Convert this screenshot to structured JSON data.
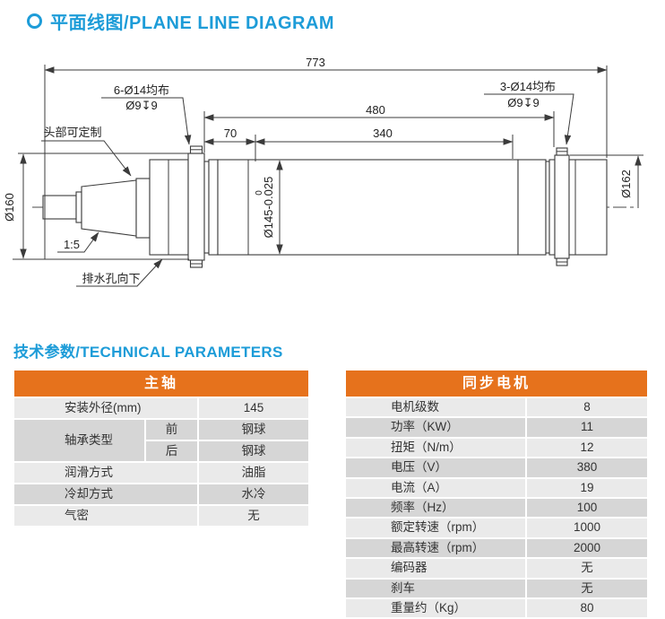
{
  "page_title": "平面线图/PLANE LINE DIAGRAM",
  "section_title": "技术参数/TECHNICAL PARAMETERS",
  "colors": {
    "accent_blue": "#1d9cd8",
    "accent_orange": "#e6721c",
    "row_light": "#eaeaea",
    "row_dark": "#d6d6d6"
  },
  "diagram": {
    "dims": {
      "overall_length": "773",
      "length_480": "480",
      "length_70": "70",
      "length_340": "340",
      "dia_left": "Ø160",
      "dia_right": "Ø162",
      "dia_body": "Ø145-0.025",
      "dia_body_upper_tol": "0"
    },
    "callouts": {
      "front_holes": "6-Ø14均布",
      "front_holes_detail": "Ø9↧9",
      "rear_holes": "3-Ø14均布",
      "rear_holes_detail": "Ø9↧9",
      "head_note": "头部可定制",
      "taper": "1:5",
      "drain_note": "排水孔向下"
    }
  },
  "tables": {
    "spindle": {
      "title": "主轴",
      "install_od": {
        "label": "安装外径(mm)",
        "value": "145"
      },
      "bearing": {
        "label": "轴承类型",
        "front_label": "前",
        "front_value": "钢球",
        "rear_label": "后",
        "rear_value": "钢球"
      },
      "rows": [
        {
          "label": "润滑方式",
          "value": "油脂"
        },
        {
          "label": "冷却方式",
          "value": "水冷"
        },
        {
          "label": "气密",
          "value": "无"
        }
      ]
    },
    "motor": {
      "title": "同步电机",
      "rows": [
        {
          "label": "电机级数",
          "value": "8"
        },
        {
          "label": "功率（KW）",
          "value": "11"
        },
        {
          "label": "扭矩（N/m）",
          "value": "12"
        },
        {
          "label": "电压（V）",
          "value": "380"
        },
        {
          "label": "电流（A）",
          "value": "19"
        },
        {
          "label": "频率（Hz）",
          "value": "100"
        },
        {
          "label": "额定转速（rpm）",
          "value": "1000"
        },
        {
          "label": "最高转速（rpm）",
          "value": "2000"
        },
        {
          "label": "编码器",
          "value": "无"
        },
        {
          "label": "刹车",
          "value": "无"
        },
        {
          "label": "重量约（Kg）",
          "value": "80"
        }
      ]
    }
  }
}
